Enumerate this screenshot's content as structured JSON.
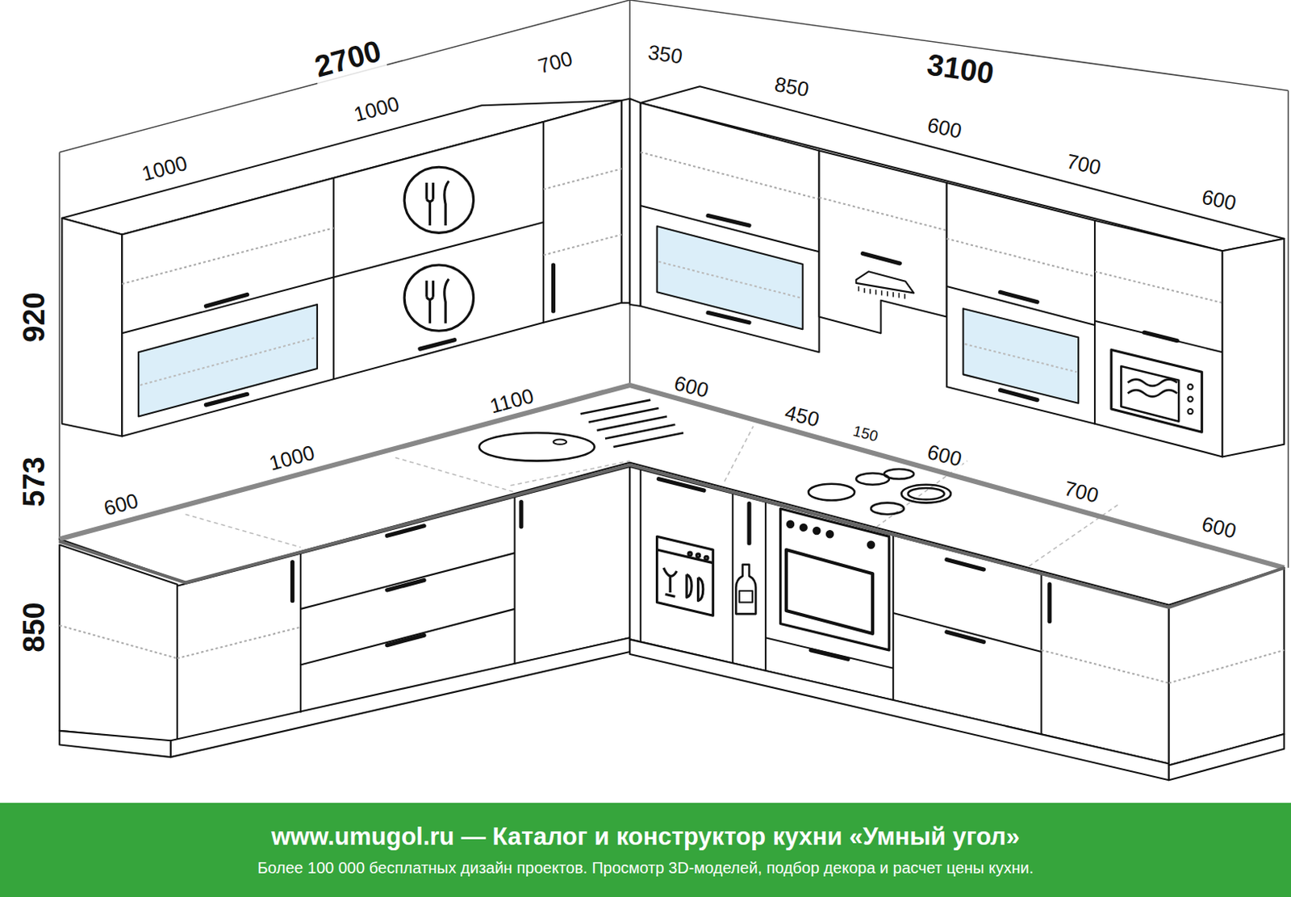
{
  "diagram": {
    "nodes": [
      {
        "text": [
          "www.umugol.ru — Каталог и конструктор кухни «Умный угол»",
          "Более 100 000 бесплатных дизайн проектов. Просмотр 3D-моделей, подбор декора и расчет цены кухни."
        ]
      }
    ],
    "labels": [
      "2700",
      "1000",
      "1000",
      "700",
      "350",
      "850",
      "3100",
      "600",
      "700",
      "600",
      "920",
      "573",
      "850",
      "1100",
      "600",
      "1000",
      "600",
      "450",
      "150",
      "600",
      "700",
      "600"
    ]
  }
}
